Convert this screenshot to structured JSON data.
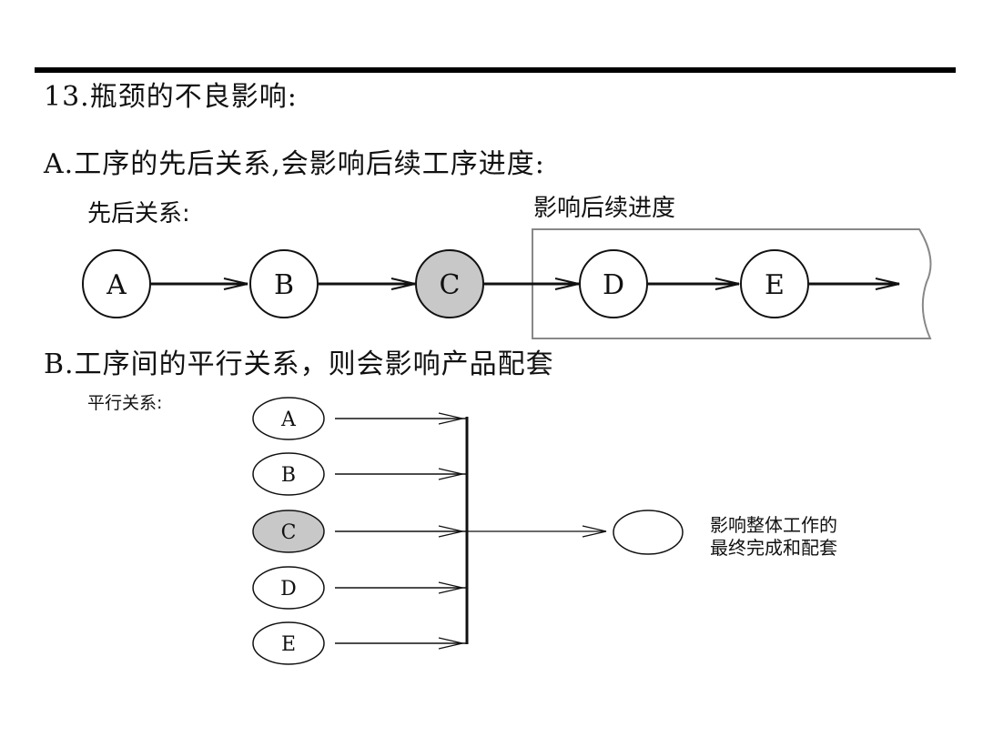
{
  "title": "13.瓶颈的不良影响:",
  "section_a": {
    "heading": "A.工序的先后关系,会影响后续工序进度:",
    "left_label": "先后关系:",
    "right_label": "影响后续进度",
    "nodes": [
      "A",
      "B",
      "C",
      "D",
      "E"
    ],
    "highlighted": "C"
  },
  "section_b": {
    "heading": "B.工序间的平行关系，则会影响产品配套",
    "left_label": "平行关系:",
    "nodes": [
      "A",
      "B",
      "C",
      "D",
      "E"
    ],
    "highlighted": "C",
    "result_line1": "影响整体工作的",
    "result_line2": "最终完成和配套"
  },
  "colors": {
    "highlight": "#c8c8c8",
    "stroke": "#111111"
  }
}
